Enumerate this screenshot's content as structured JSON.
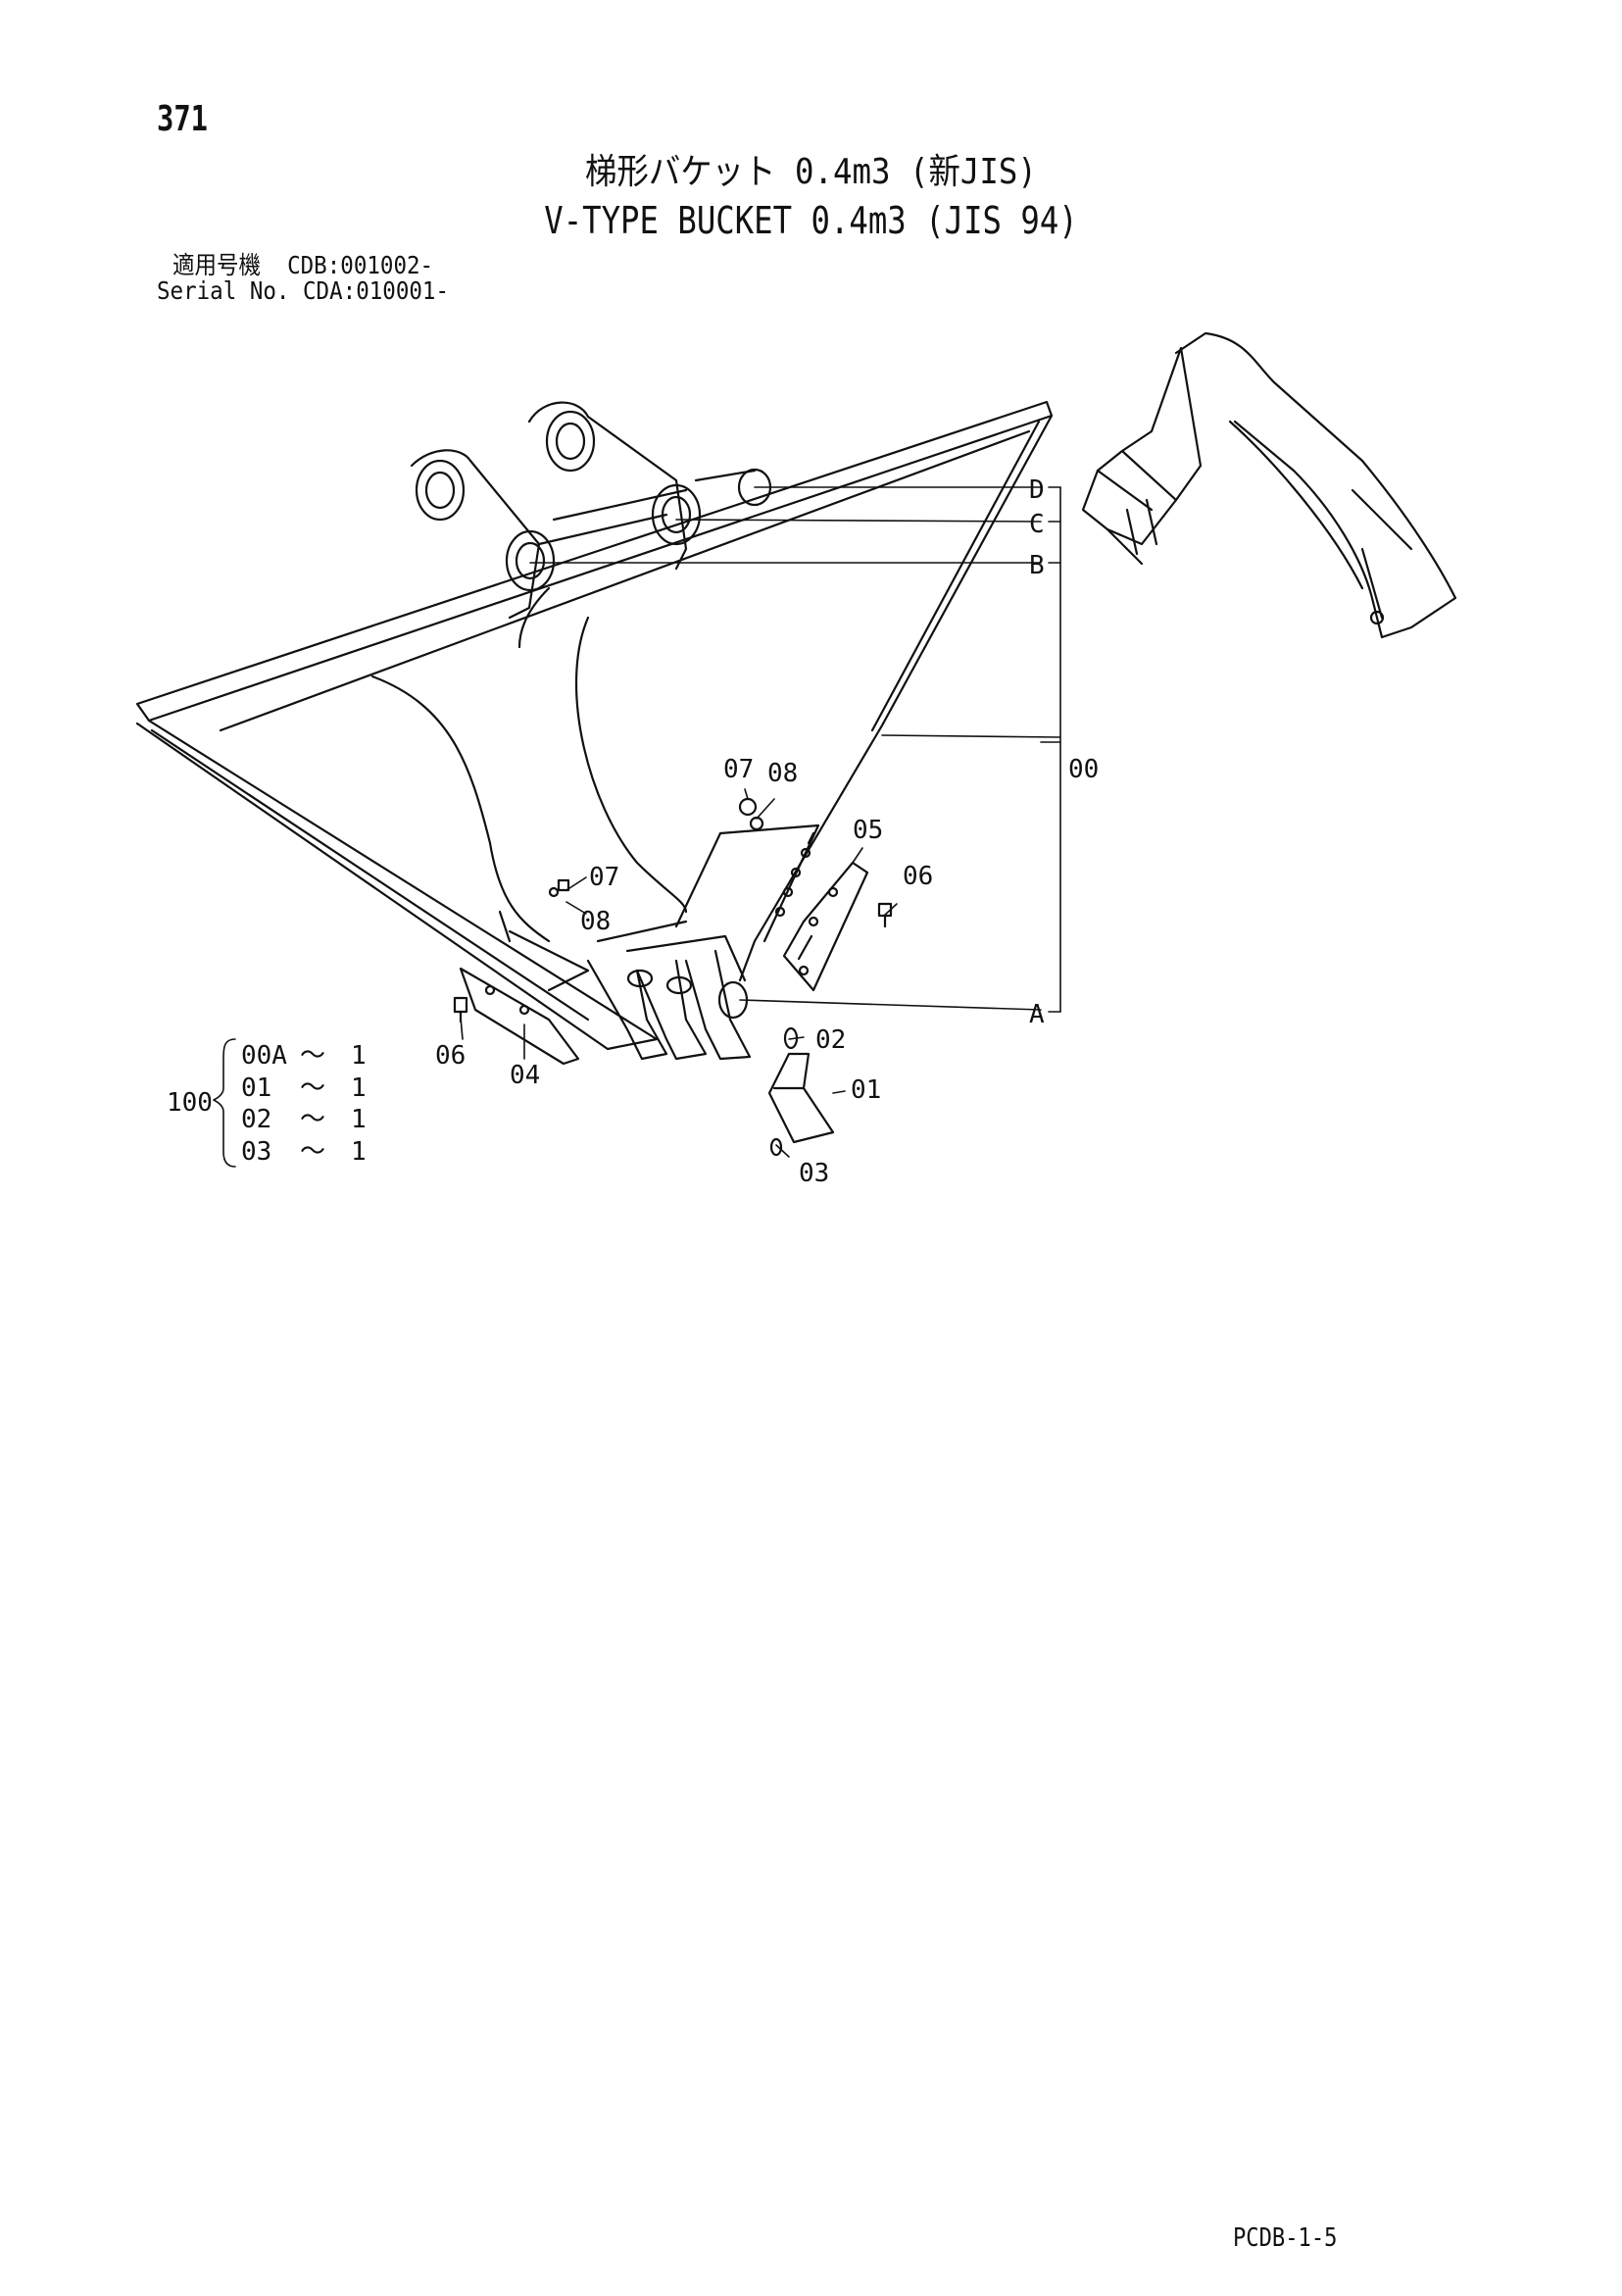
{
  "page": {
    "number": "371",
    "title_jp": "梯形バケット 0.4m3 (新JIS)",
    "title_en": "V-TYPE BUCKET 0.4m3 (JIS 94)",
    "serial_line1": "適用号機  CDB:001002-",
    "serial_line2": "Serial No. CDA:010001-",
    "footer_code": "PCDB-1-5"
  },
  "callouts": {
    "d": "D",
    "c": "C",
    "b": "B",
    "a": "A",
    "p00": "00",
    "p07_upper": "07",
    "p08_upper": "08",
    "p05": "05",
    "p06_right": "06",
    "p07_lower": "07",
    "p08_lower": "08",
    "p06_left": "06",
    "p04": "04",
    "p02": "02",
    "p01": "01",
    "p03": "03"
  },
  "kit": {
    "number": "100",
    "rows": [
      {
        "part": "00A",
        "tilde": "～",
        "qty": "1"
      },
      {
        "part": "01",
        "tilde": "～",
        "qty": "1"
      },
      {
        "part": "02",
        "tilde": "～",
        "qty": "1"
      },
      {
        "part": "03",
        "tilde": "～",
        "qty": "1"
      }
    ]
  }
}
